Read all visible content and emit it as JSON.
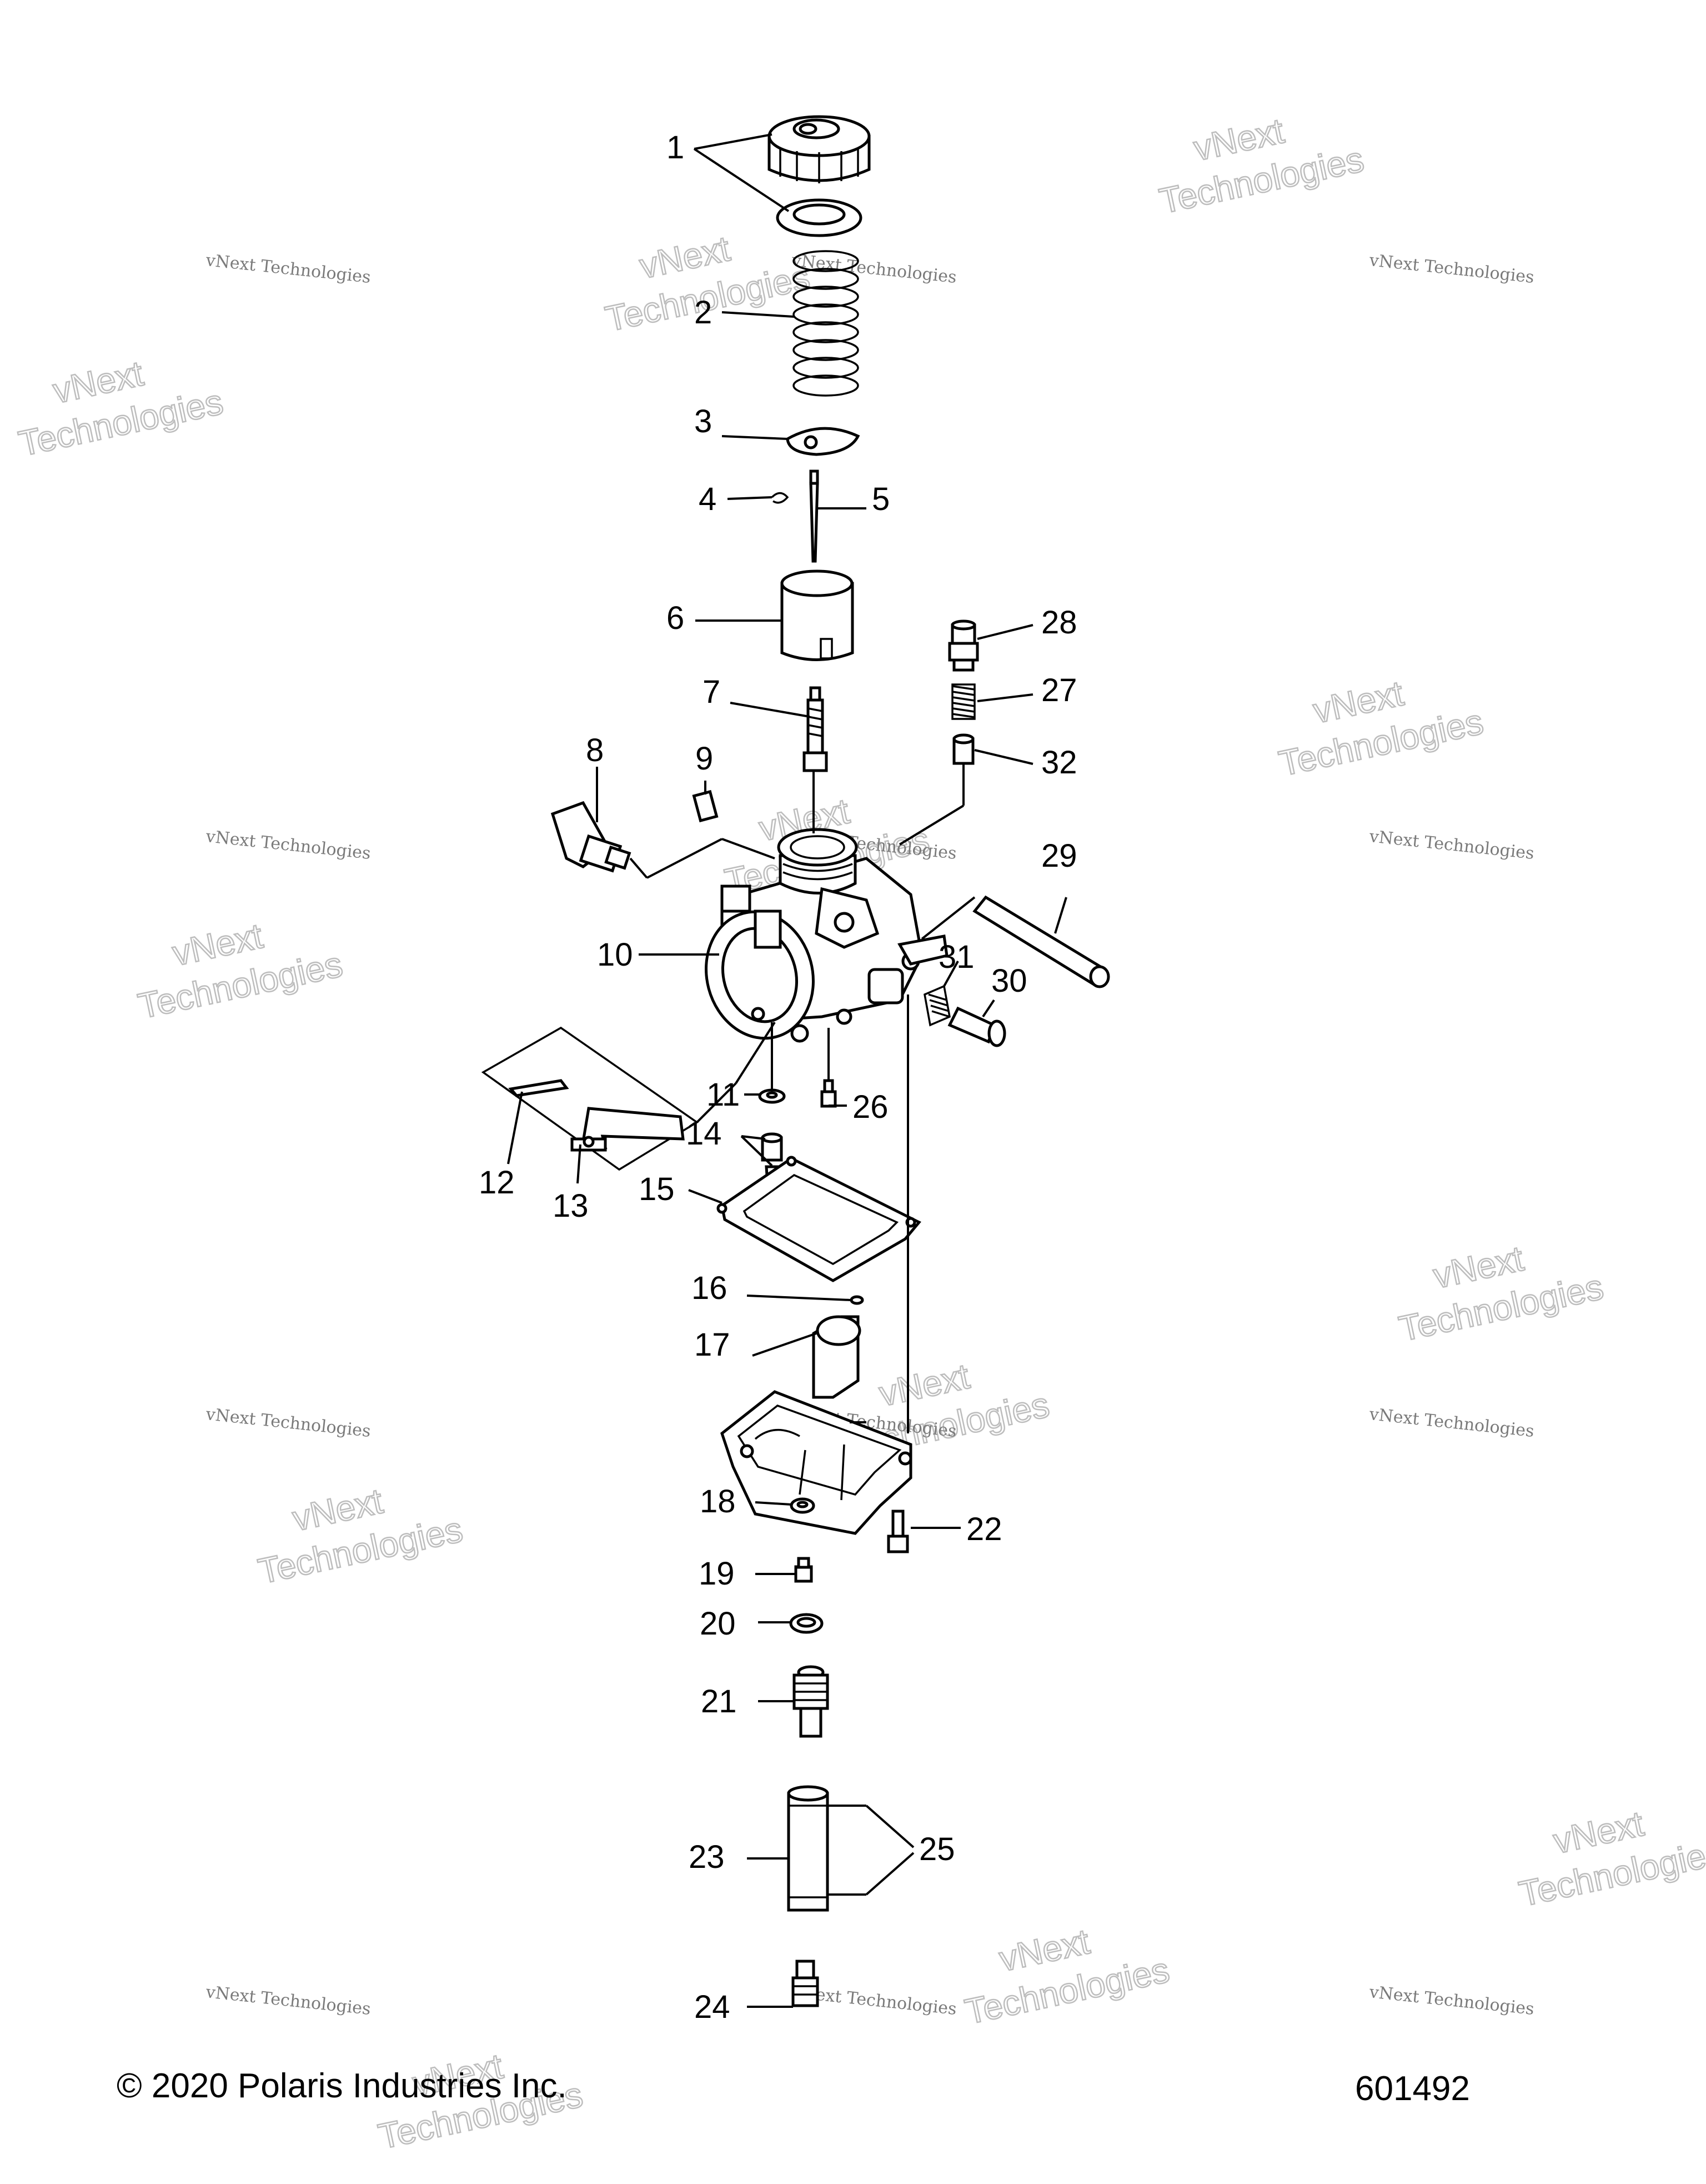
{
  "callouts": {
    "c1": "1",
    "c2": "2",
    "c3": "3",
    "c4": "4",
    "c5": "5",
    "c6": "6",
    "c7": "7",
    "c8": "8",
    "c9": "9",
    "c10": "10",
    "c11": "11",
    "c12": "12",
    "c13": "13",
    "c14": "14",
    "c15": "15",
    "c16": "16",
    "c17": "17",
    "c18": "18",
    "c19": "19",
    "c20": "20",
    "c21": "21",
    "c22": "22",
    "c23": "23",
    "c24": "24",
    "c25": "25",
    "c26": "26",
    "c27": "27",
    "c28": "28",
    "c29": "29",
    "c30": "30",
    "c31": "31",
    "c32": "32"
  },
  "watermark": {
    "line_small": "vNext Technologies",
    "line_top": "vNext",
    "line_large": "Technologies"
  },
  "footer": {
    "copyright": "© 2020 Polaris Industries Inc.",
    "figure_number": "601492"
  }
}
